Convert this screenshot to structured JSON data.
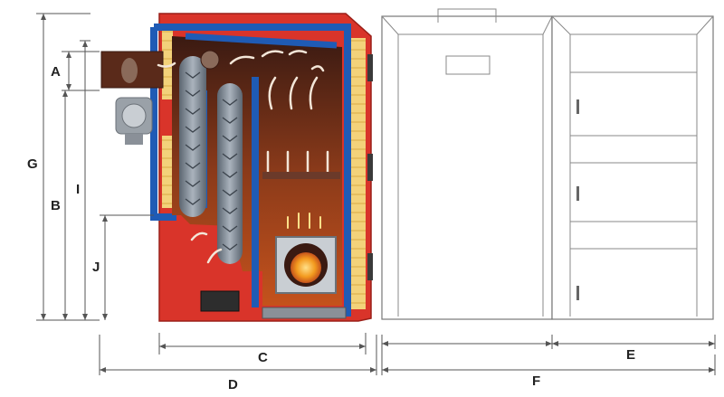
{
  "dimensions": {
    "A": "A",
    "B": "B",
    "C": "C",
    "D": "D",
    "E": "E",
    "F": "F",
    "G": "G",
    "I": "I",
    "J": "J"
  },
  "colors": {
    "boiler_red": "#d9342a",
    "chamber_dark": "#5a2a1a",
    "chamber_glow": "#c4521c",
    "insulation": "#f3d27a",
    "water_jacket_blue": "#1f5bb5",
    "flue_tube_gray": "#7d8794",
    "flame_orange": "#f39a1e",
    "outline_gray": "#777777"
  }
}
